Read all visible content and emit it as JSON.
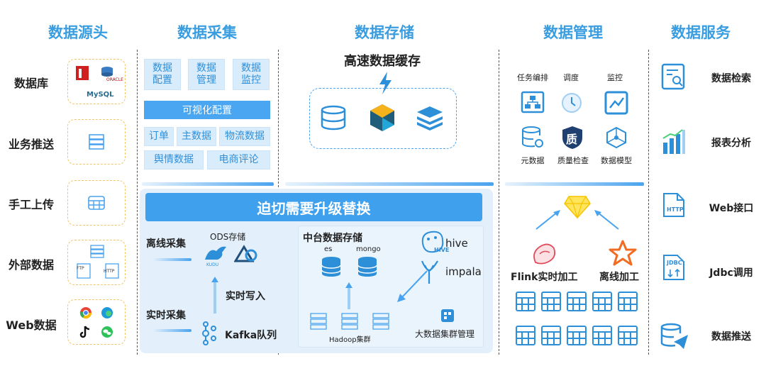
{
  "columns": {
    "sources": "数据源头",
    "collection": "数据采集",
    "storage": "数据存储",
    "management": "数据管理",
    "services": "数据服务"
  },
  "sources": [
    {
      "label": "数据库",
      "icons": [
        "oracle-icon",
        "mysql-icon"
      ],
      "text": [
        "ORACLE",
        "MySQL"
      ]
    },
    {
      "label": "业务推送",
      "icons": [
        "server-icon"
      ]
    },
    {
      "label": "手工上传",
      "icons": [
        "table-icon"
      ]
    },
    {
      "label": "外部数据",
      "icons": [
        "ftp-icon",
        "http-icon"
      ],
      "text": [
        "FTP",
        "HTTP"
      ]
    },
    {
      "label": "Web数据",
      "icons": [
        "chrome-icon",
        "edge-icon",
        "tiktok-icon",
        "wechat-icon"
      ]
    }
  ],
  "collection": {
    "tiles_top": [
      "数据配置",
      "数据管理",
      "数据监控"
    ],
    "visual_config": "可视化配置",
    "tiles_mid": [
      "订单",
      "主数据",
      "物流数据"
    ],
    "tiles_bottom": [
      "舆情数据",
      "电商评论"
    ]
  },
  "storage": {
    "cache_title": "高速数据缓存",
    "icons": [
      "database-icon",
      "cache-engine-icon",
      "stack-icon"
    ]
  },
  "banner": "迫切需要升级替换",
  "lower": {
    "offline": "离线采集",
    "realtime": "实时采集",
    "ods": "ODS存储",
    "kudu": "KUDU",
    "realtime_write": "实时写入",
    "kafka": "Kafka队列",
    "mid_storage": "中台数据存储",
    "es": "es",
    "mongo": "mongo",
    "hadoop": "Hadoop集群",
    "hive": "hive",
    "hive_small": "HIVE",
    "impala": "impala",
    "cluster_mgmt": "大数据集群管理"
  },
  "management": {
    "items": [
      "任务编排",
      "调度",
      "监控",
      "元数据",
      "质量检查",
      "数据模型"
    ],
    "quality_char": "质",
    "flink": "Flink实时加工",
    "offline_process": "离线加工"
  },
  "services": [
    "数据检索",
    "报表分析",
    "Web接口",
    "Jdbc调用",
    "数据推送"
  ],
  "service_icon_text": {
    "http": "HTTP",
    "jdbc": "JDBC"
  },
  "colors": {
    "accent": "#3a9de0",
    "tile": "#d9ecfc",
    "banner": "#3fa0ee",
    "dashed_yellow": "#f2c56a"
  }
}
